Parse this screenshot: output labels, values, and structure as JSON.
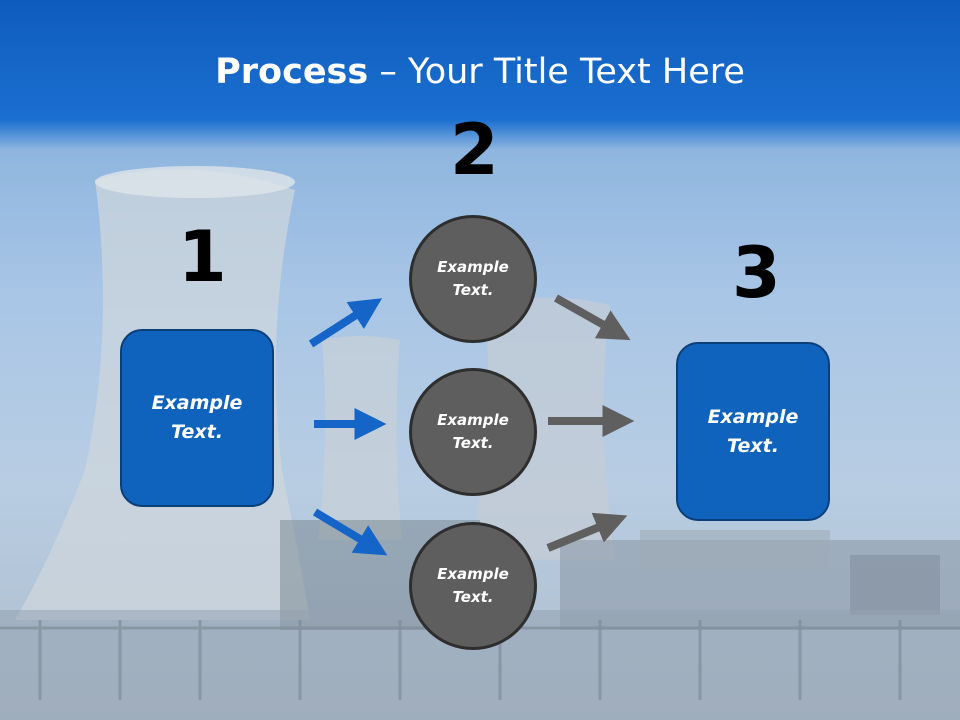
{
  "title": {
    "bold": "Process",
    "separator": " – ",
    "rest": "Your Title Text Here"
  },
  "steps": {
    "step1": {
      "number": "1",
      "text_line1": "Example",
      "text_line2": "Text."
    },
    "step2": {
      "number": "2",
      "circles": [
        {
          "text_line1": "Example",
          "text_line2": "Text."
        },
        {
          "text_line1": "Example",
          "text_line2": "Text."
        },
        {
          "text_line1": "Example",
          "text_line2": "Text."
        }
      ]
    },
    "step3": {
      "number": "3",
      "text_line1": "Example",
      "text_line2": "Text."
    }
  },
  "colors": {
    "header": "#0e5cbd",
    "box": "#0f63bd",
    "circle": "#5e5e5e",
    "arrow_blue": "#1565c8",
    "arrow_gray": "#5f5f5f"
  }
}
